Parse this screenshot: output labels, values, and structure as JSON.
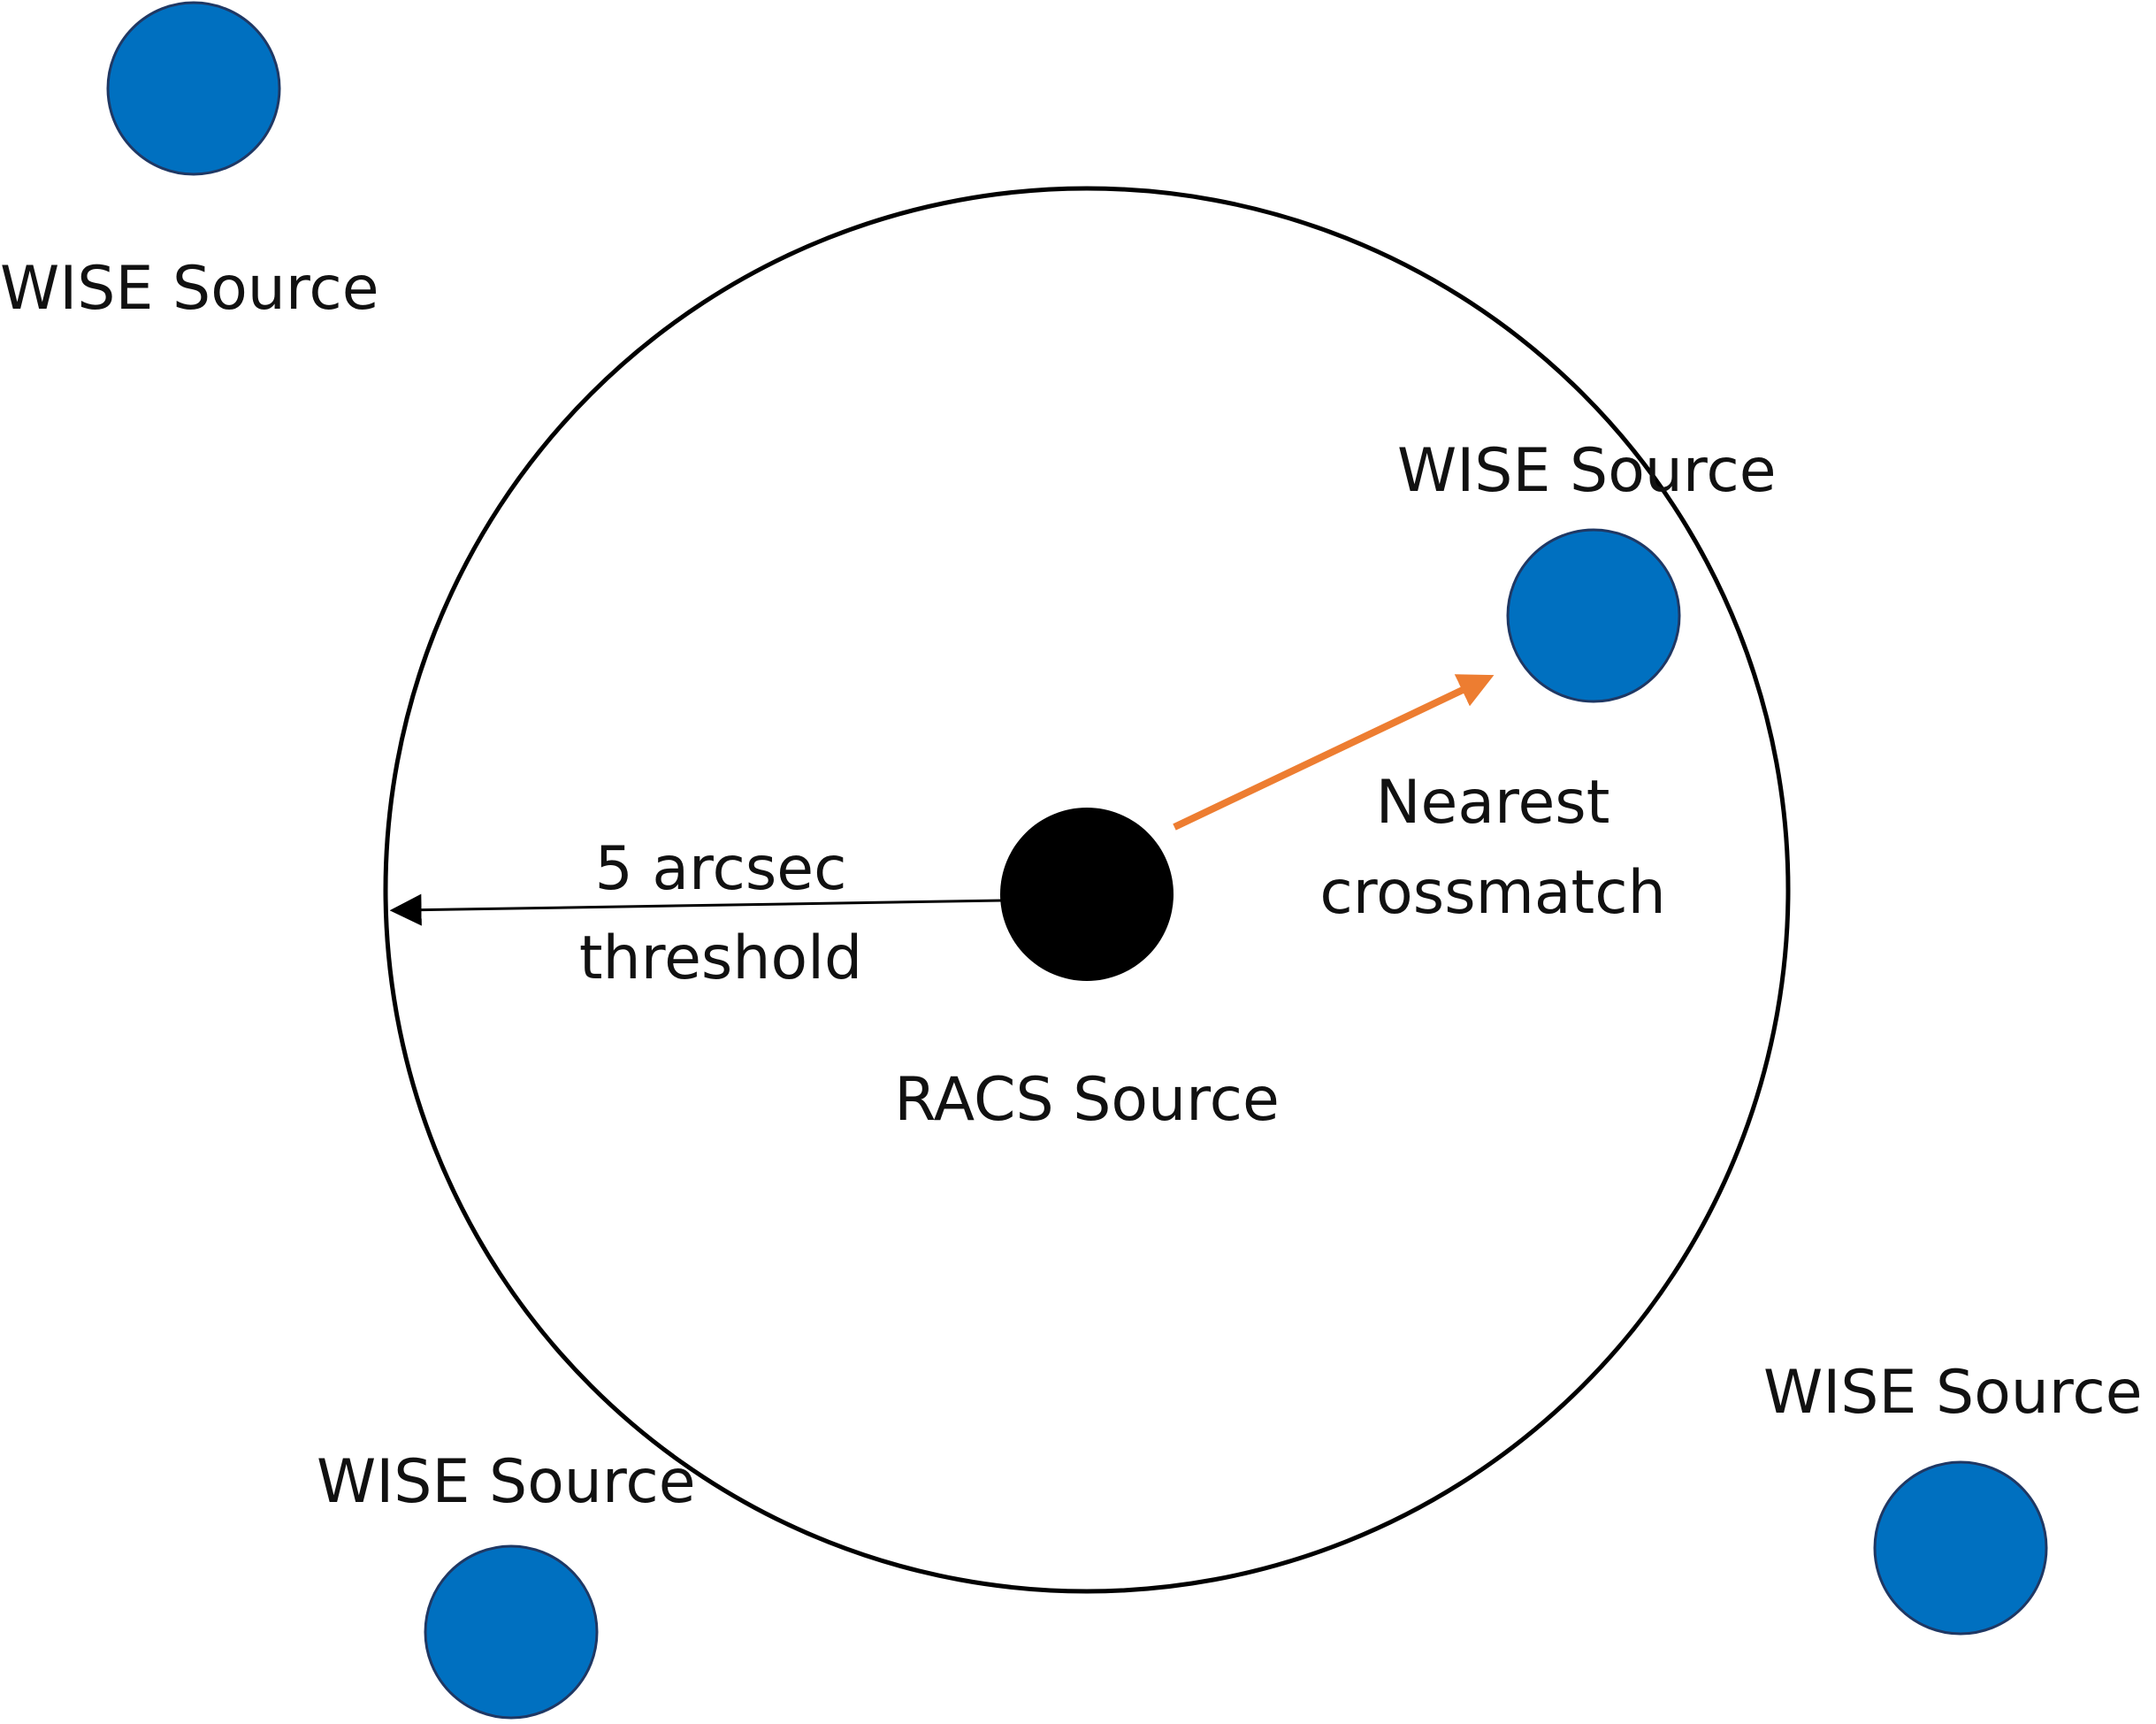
{
  "colors": {
    "background": "#ffffff",
    "wise_fill": "#0070c0",
    "wise_stroke": "#1f3864",
    "racs_fill": "#000000",
    "threshold_circle": "#000000",
    "crossmatch_arrow": "#ed7d31",
    "threshold_arrow": "#000000"
  },
  "labels": {
    "wise_top_left": "WISE Source",
    "wise_inside": "WISE Source",
    "wise_bottom_left": "WISE Source",
    "wise_bottom_right": "WISE Source",
    "racs": "RACS Source",
    "threshold_line1": "5 arcsec",
    "threshold_line2": "threshold",
    "crossmatch_line1": "Nearest",
    "crossmatch_line2": "crossmatch"
  }
}
